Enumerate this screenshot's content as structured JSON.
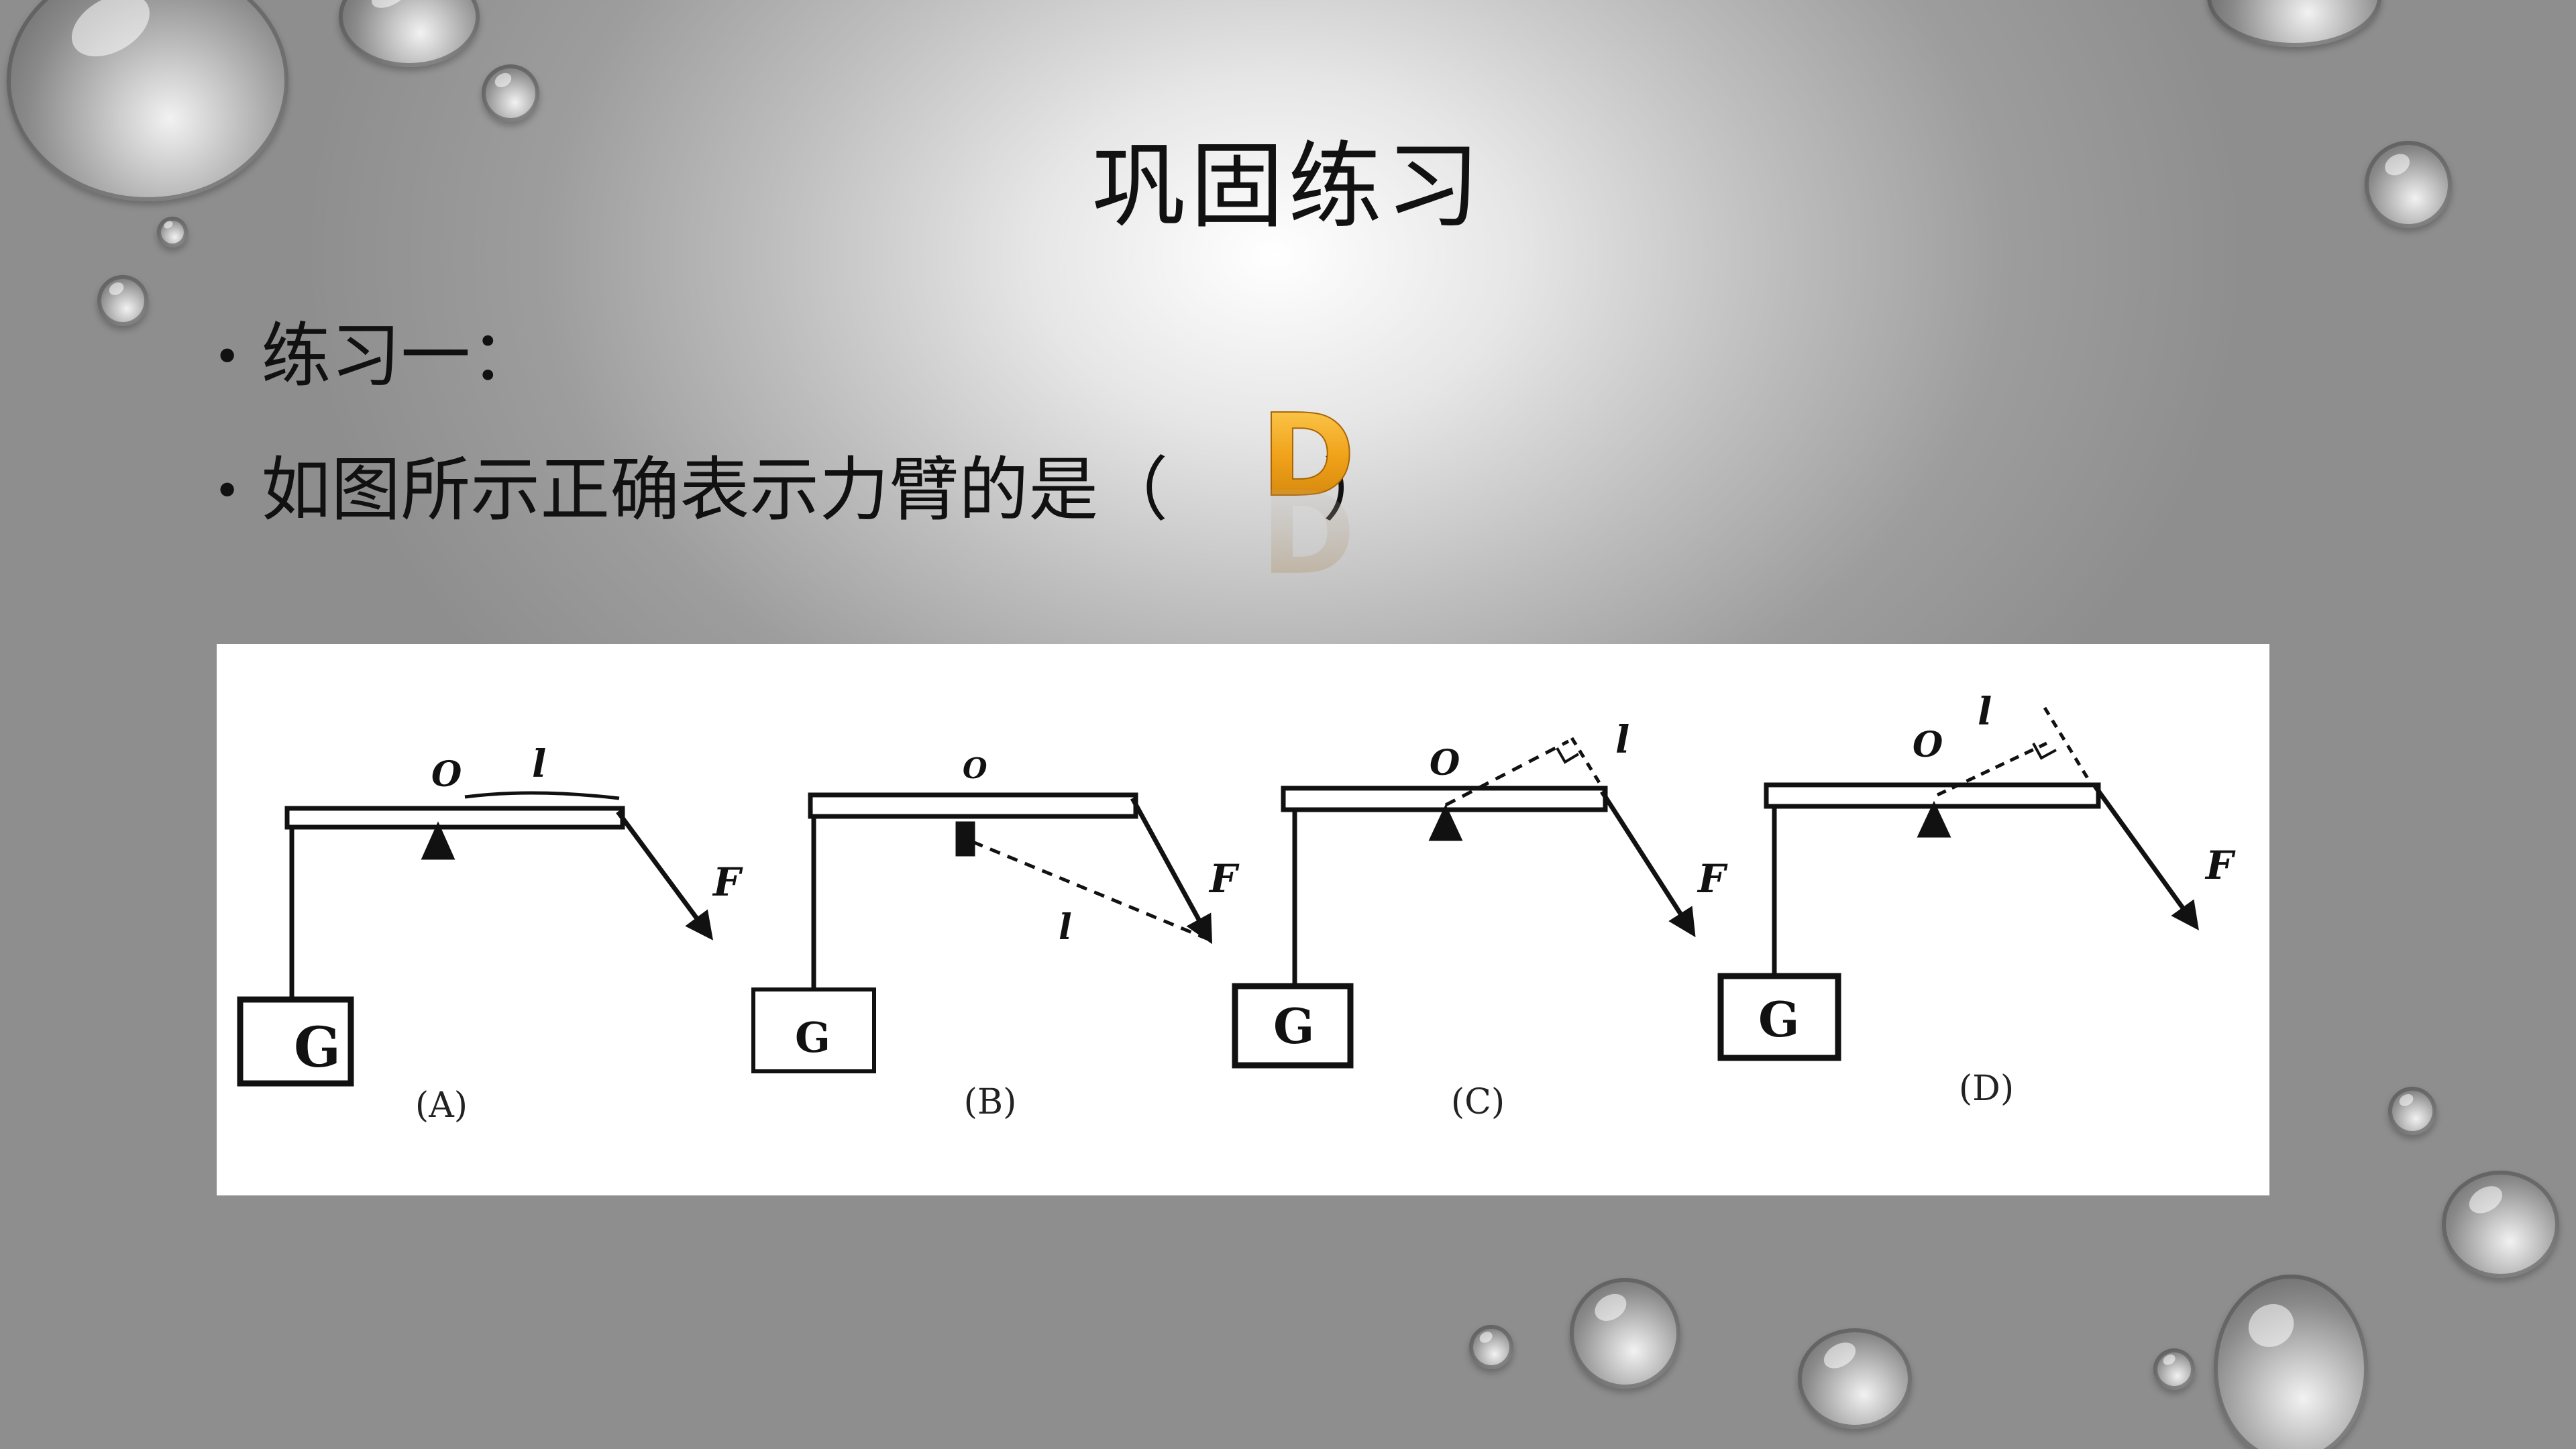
{
  "slide": {
    "title": "巩固练习",
    "bullets": [
      {
        "text": "练习一："
      },
      {
        "text_before": "如图所示正确表示力臂的是（",
        "answer": "D",
        "text_after": "）"
      }
    ]
  },
  "figure": {
    "panels": [
      {
        "caption": "(A)",
        "weight": "G",
        "pivot": "O",
        "arm": "l",
        "force": "F"
      },
      {
        "caption": "(B)",
        "weight": "G",
        "pivot": "O",
        "arm": "l",
        "force": "F"
      },
      {
        "caption": "(C)",
        "weight": "G",
        "pivot": "O",
        "arm": "l",
        "force": "F"
      },
      {
        "caption": "(D)",
        "weight": "G",
        "pivot": "O",
        "arm": "l",
        "force": "F"
      }
    ]
  },
  "colors": {
    "answer_gold": "#f0a21a",
    "answer_dark": "#c77a06"
  }
}
